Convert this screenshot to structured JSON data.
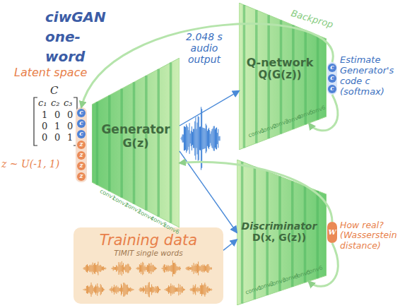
{
  "diagram": {
    "title": "ciwGAN one-word",
    "nodes": [
      {
        "text": [
          "c",
          "c",
          "c",
          "z",
          "z",
          "z",
          "z"
        ]
      },
      {
        "text": [
          "Generator",
          "G(z)"
        ]
      },
      {
        "text": [
          "Q-network",
          "Q(G(z))"
        ]
      },
      {
        "text": [
          "c",
          "c",
          "c"
        ]
      },
      {
        "text": [
          "Discriminator",
          "D(x, G(z))"
        ]
      },
      {
        "text": [
          "W"
        ]
      },
      {
        "text": [
          "Training data",
          "TIMIT single words"
        ]
      }
    ],
    "edges": [
      {
        "from": 1,
        "to": 2,
        "arrow": "to"
      },
      {
        "from": 1,
        "to": 4,
        "arrow": "to"
      },
      {
        "from": 6,
        "to": 4,
        "arrow": "to"
      },
      {
        "from": 3,
        "to": 0,
        "label": "Backprop",
        "arrow": "to"
      },
      {
        "from": 3,
        "to": 2,
        "arrow": "to"
      },
      {
        "from": 5,
        "to": 4,
        "arrow": "to"
      },
      {
        "from": 5,
        "to": 1,
        "arrow": "to"
      }
    ],
    "labels": [
      "Latent space",
      "C",
      "c₁",
      "c₂",
      "c₃",
      "1",
      "0",
      "0",
      "0",
      "1",
      "0",
      "0",
      "0",
      "1",
      "z ~ U(-1, 1)",
      "2.048 s audio output",
      "conv1",
      "conv2",
      "conv3",
      "conv4",
      "conv5",
      "conv6",
      "conv1",
      "conv2",
      "conv3",
      "conv4",
      "conv5",
      "conv6",
      "conv1",
      "conv2",
      "conv3",
      "conv4",
      "conv5",
      "conv6",
      "Estimate Generator's code c (softmax)",
      "How real? (Wasserstein distance)"
    ]
  }
}
